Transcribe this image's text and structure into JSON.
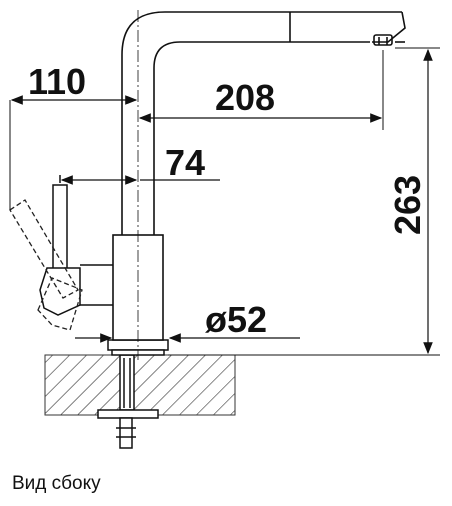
{
  "dimensions": {
    "d110": "110",
    "d208": "208",
    "d74": "74",
    "d263": "263",
    "d52": "ø52"
  },
  "caption": "Вид сбоку",
  "colors": {
    "line": "#1a1a1a",
    "hatch": "#333333",
    "background": "#ffffff"
  }
}
